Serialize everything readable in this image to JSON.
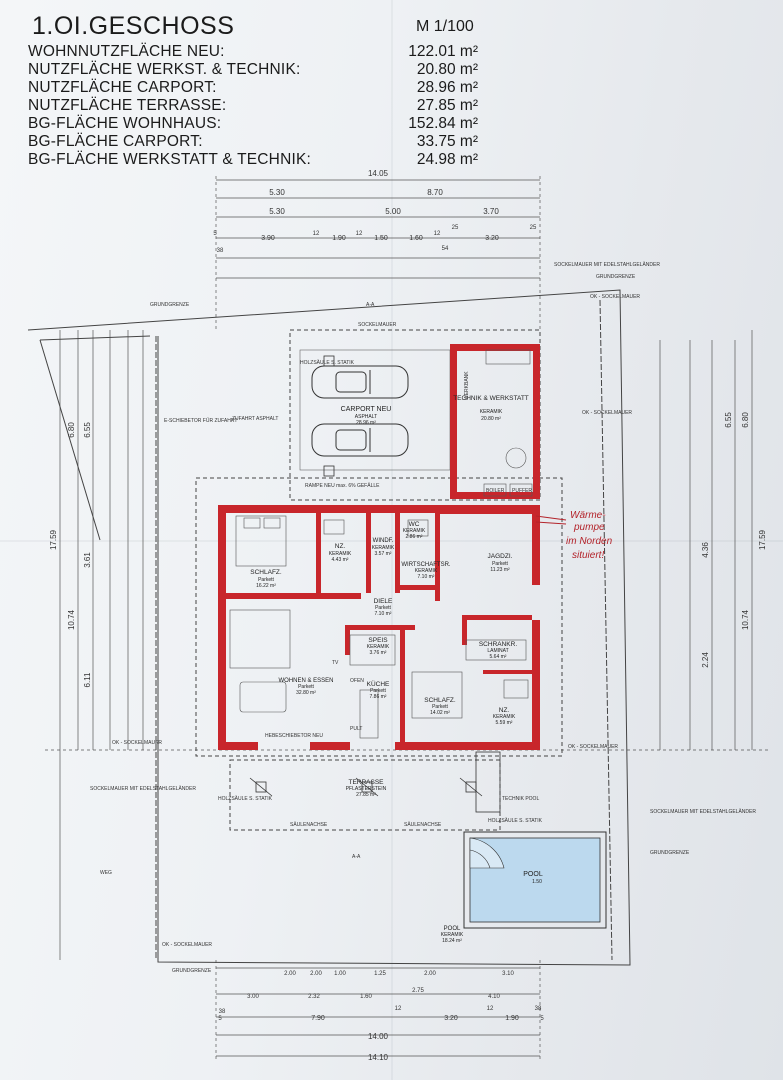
{
  "header": {
    "title": "1.OI.GESCHOSS",
    "scale": "M 1/100",
    "areas": [
      {
        "label": "WOHNNUTZFLÄCHE NEU:",
        "value": "122.01 m²"
      },
      {
        "label": "NUTZFLÄCHE WERKST. & TECHNIK:",
        "value": "20.80 m²"
      },
      {
        "label": "NUTZFLÄCHE CARPORT:",
        "value": "28.96 m²"
      },
      {
        "label": "NUTZFLÄCHE TERRASSE:",
        "value": "27.85 m²"
      },
      {
        "label": "BG-FLÄCHE WOHNHAUS:",
        "value": "152.84 m²"
      },
      {
        "label": "BG-FLÄCHE CARPORT:",
        "value": "33.75 m²"
      },
      {
        "label": "BG-FLÄCHE WERKSTATT & TECHNIK:",
        "value": "24.98 m²"
      }
    ]
  },
  "dims_top": {
    "total": "14.05",
    "row2": [
      "5.30",
      "8.70"
    ],
    "row3": [
      "5.30",
      "5.00",
      "3.70"
    ],
    "row4": [
      "5",
      "3.90",
      "12",
      "1.90",
      "12",
      "1.50",
      "1.60",
      "12",
      "25",
      "3.20",
      "25"
    ],
    "row4_sub": [
      "38",
      "54"
    ]
  },
  "dims_bottom": {
    "row1": [
      "2.00",
      "2.00",
      "1.00",
      "1.25",
      "2.00",
      "3.10"
    ],
    "row2": [
      "3.00",
      "2.32",
      "1.60",
      "2.75",
      "4.10"
    ],
    "row3": [
      "38",
      "12",
      "12",
      "38"
    ],
    "row4": [
      "7.90",
      "3.20",
      "1.90",
      "5"
    ],
    "row4_pre": "5",
    "row5": "14.00",
    "row6": "14.10"
  },
  "dims_left": {
    "total": "17.59",
    "a": "6.80",
    "b": "6.55",
    "c": "10.74",
    "d": "3.61",
    "e": "6.11"
  },
  "dims_right": {
    "total": "17.59",
    "a": "6.80",
    "b": "6.55",
    "c": "10.74",
    "d": "4.36",
    "e": "2.24"
  },
  "rooms": {
    "carport": {
      "name": "CARPORT NEU",
      "material": "ASPHALT",
      "area": "28.96 m²"
    },
    "technik": {
      "name": "TECHNIK & WERKSTATT",
      "material": "KERAMIK",
      "area": "20.80 m²"
    },
    "schlafz1": {
      "name": "SCHLAFZ.",
      "material": "Parkett",
      "area": "16.22 m²"
    },
    "nz1": {
      "name": "NZ.",
      "material": "KERAMIK",
      "area": "4.43 m²"
    },
    "windf": {
      "name": "WINDF.",
      "material": "KERAMIK",
      "area": "3.57 m²"
    },
    "wc": {
      "name": "WC",
      "material": "KERAMIK",
      "area": "2.86 m²"
    },
    "wirtschaft": {
      "name": "WIRTSCHAFTSR.",
      "material": "KERAMIK",
      "area": "7.10 m²"
    },
    "jagdzi": {
      "name": "JAGDZI.",
      "material": "Parkett",
      "area": "11.23 m²"
    },
    "diele": {
      "name": "DIELE",
      "material": "Parkett",
      "area": "7.10 m²"
    },
    "speis": {
      "name": "SPEIS",
      "material": "KERAMIK",
      "area": "3.76 m²"
    },
    "schrankr": {
      "name": "SCHRANKR.",
      "material": "LAMINAT",
      "area": "5.64 m²"
    },
    "wohnen": {
      "name": "WOHNEN & ESSEN",
      "material": "Parkett",
      "area": "32.80 m²"
    },
    "kueche": {
      "name": "KÜCHE",
      "material": "Parkett",
      "area": "7.86 m²"
    },
    "schlafz2": {
      "name": "SCHLAFZ.",
      "material": "Parkett",
      "area": "14.02 m²"
    },
    "nz2": {
      "name": "NZ.",
      "material": "KERAMIK",
      "area": "5.59 m²"
    },
    "terrasse": {
      "name": "TERRASSE",
      "material": "PFLASTERSTEIN",
      "area": "27.85 m²"
    },
    "pool": {
      "name": "POOL",
      "material": "KERAMIK",
      "area": "18.24 m²"
    },
    "pool_inner": {
      "name": "POOL",
      "depth": "1.50"
    }
  },
  "labels": {
    "grundgrenze": "GRUNDGRENZE",
    "sockelmauer": "SOCKELMAUER",
    "ok_sockelmauer": "OK - SOCKELMAUER",
    "sockelmauer_edel": "SOCKELMAUER MIT EDELSTAHLGELÄNDER",
    "zufahrt": "ZUFAHRT ASPHALT",
    "schiebetor": "E-SCHIEBETOR FÜR ZUFAHRT",
    "holzsaeule": "HOLZSÄULE S. STATIK",
    "rampe": "RAMPE NEU max. 6% GEFÄLLE",
    "hebeschiebetor": "HEBESCHIEBETOR NEU",
    "saeulenachse": "SÄULENACHSE",
    "weg": "WEG",
    "technik_pool": "TECHNIK POOL",
    "section": "A-A",
    "boiler": "BOILER",
    "puffer": "PUFFER",
    "werkbank": "WERKBANK",
    "ofen": "OFEN",
    "tv": "TV",
    "pult": "PULT"
  },
  "handwriting": [
    "Wärme-",
    "pumpe",
    "im Norden",
    "situiert!"
  ]
}
